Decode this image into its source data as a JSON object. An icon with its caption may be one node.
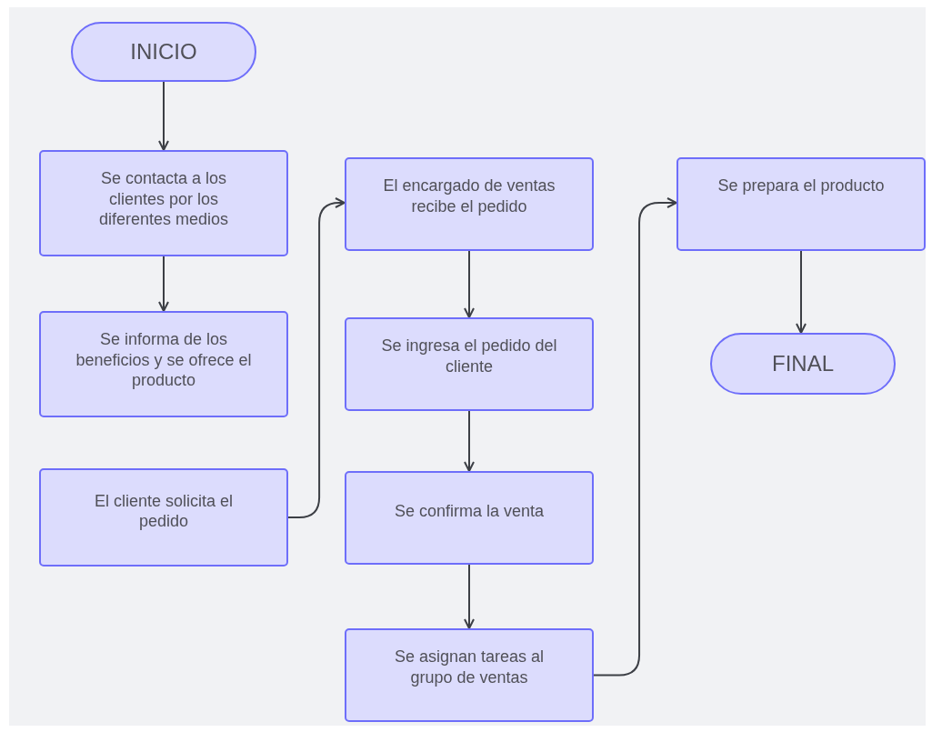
{
  "diagram": {
    "nodes": [
      {
        "text": [
          "INICIO"
        ]
      },
      {
        "text": [
          "Se contacta a los clientes por los diferentes medios"
        ]
      },
      {
        "text": [
          "Se informa de los beneficios y se ofrece el producto"
        ]
      },
      {
        "text": [
          "El cliente solicita el pedido"
        ]
      },
      {
        "text": [
          "El encargado de ventas recibe el pedido"
        ]
      },
      {
        "text": [
          "Se ingresa el pedido del cliente"
        ]
      },
      {
        "text": [
          "Se confirma la venta"
        ]
      },
      {
        "text": [
          "Se asignan tareas al grupo de ventas"
        ]
      },
      {
        "text": [
          "Se prepara el producto"
        ]
      },
      {
        "text": [
          "FINAL"
        ]
      }
    ],
    "edges": [
      {
        "from": 0,
        "to": 1,
        "arrow": "to"
      },
      {
        "from": 1,
        "to": 2,
        "arrow": "to"
      },
      {
        "from": 3,
        "to": 4,
        "arrow": "to"
      },
      {
        "from": 4,
        "to": 5,
        "arrow": "to"
      },
      {
        "from": 5,
        "to": 6,
        "arrow": "to"
      },
      {
        "from": 6,
        "to": 7,
        "arrow": "to"
      },
      {
        "from": 7,
        "to": 8,
        "arrow": "to"
      },
      {
        "from": 8,
        "to": 9,
        "arrow": "to"
      }
    ]
  }
}
